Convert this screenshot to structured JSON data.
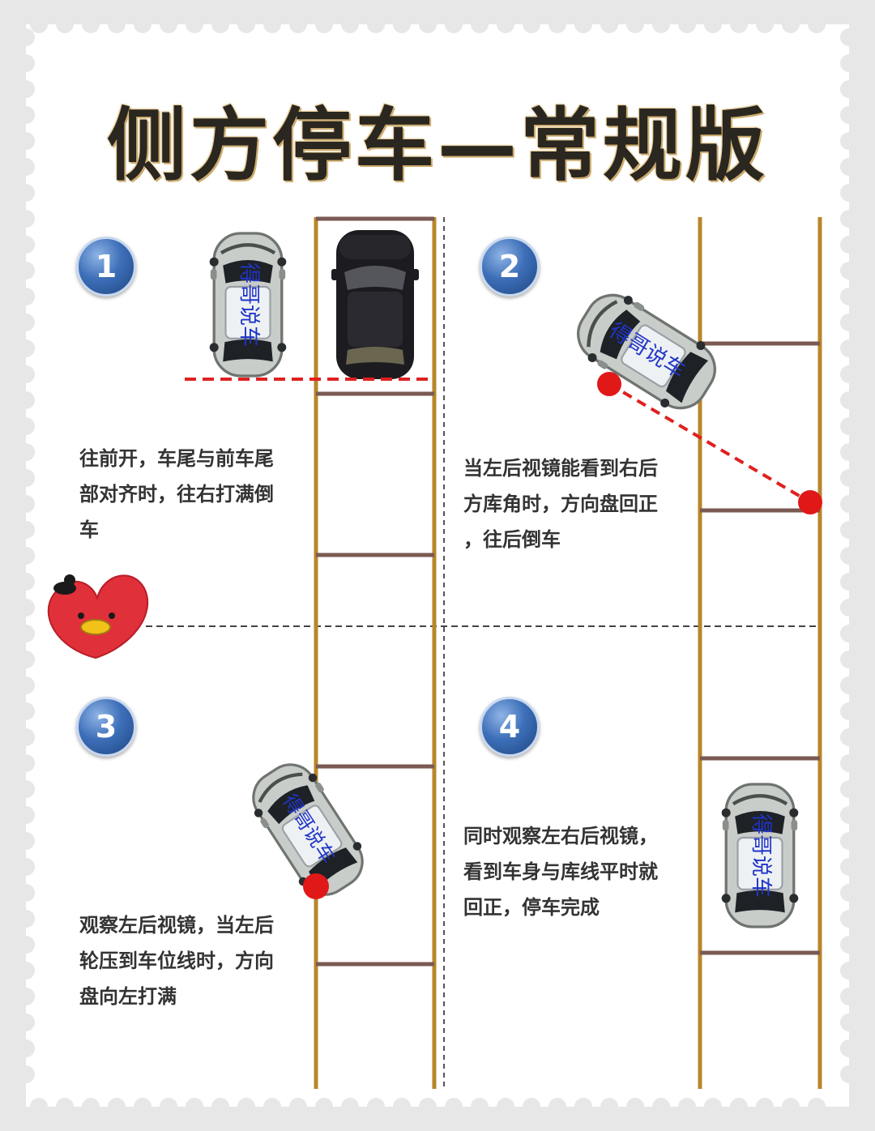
{
  "title": "侧方停车—常规版",
  "steps": [
    {
      "number": "1",
      "text": "往前开，车尾与前车尾\n部对齐时，往右打满倒\n车"
    },
    {
      "number": "2",
      "text": "当左后视镜能看到右后\n方库角时，方向盘回正\n，往后倒车"
    },
    {
      "number": "3",
      "text": "观察左后视镜，当左后\n轮压到车位线时，方向\n盘向左打满"
    },
    {
      "number": "4",
      "text": "同时观察左右后视镜，\n看到车身与库线平时就\n回正，停车完成"
    }
  ],
  "car_label": "得哥说车",
  "colors": {
    "curb": "#b8862a",
    "divider": "#7a5a52",
    "guide": "#e02020",
    "badge": "#2f5fa6",
    "mascot": "#e0303a",
    "parked_car": "#1c1c20",
    "driver_car": "#c9cdca"
  }
}
